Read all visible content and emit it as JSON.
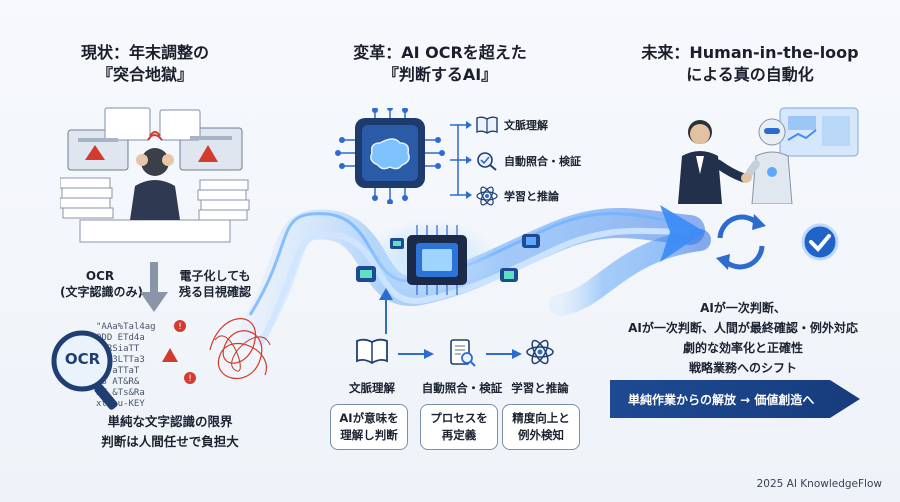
{
  "left": {
    "title": [
      "現状：年末調整の",
      "『突合地獄』"
    ],
    "ocr_label": [
      "OCR",
      "(文字認識のみ)"
    ],
    "manual_label": [
      "電子化しても",
      "残る目視確認"
    ],
    "ocr_badge": "OCR",
    "caption": [
      "単純な文字認識の限界",
      "判断は人間任せで負担大"
    ],
    "garbled": [
      "\"AAa%Tal4ag",
      "ODD ETd4a",
      "TtRSiaTT",
      "oo 3LTTa3",
      "AATaTTaT",
      "t8 AT&R&",
      "3T &Ts&Ra",
      "xtTau-KEY"
    ]
  },
  "center": {
    "title": [
      "変革：AI OCRを超えた",
      "『判断するAI』"
    ],
    "features": [
      "文脈理解",
      "自動照合・検証",
      "学習と推論"
    ],
    "steps": [
      "文脈理解",
      "自動照合・検証",
      "学習と推論"
    ],
    "step_boxes": [
      [
        "AIが意味を",
        "理解し判断"
      ],
      [
        "プロセスを",
        "再定義"
      ],
      [
        "精度向上と",
        "例外検知"
      ]
    ]
  },
  "right": {
    "title": [
      "未来：Human-in-the-loop",
      "による真の自動化"
    ],
    "summary": [
      "AIが一次判断、",
      "AIが一次判断、人間が最終確認・例外対応",
      "劇的な効率化と正確性",
      "戦略業務へのシフト"
    ],
    "banner": "単純作業からの解放 → 価値創造へ"
  },
  "credit": "2025 AI KnowledgeFlow",
  "colors": {
    "accent": "#1e4a93",
    "flow": "#3d8df5",
    "alert": "#d43b2f"
  }
}
